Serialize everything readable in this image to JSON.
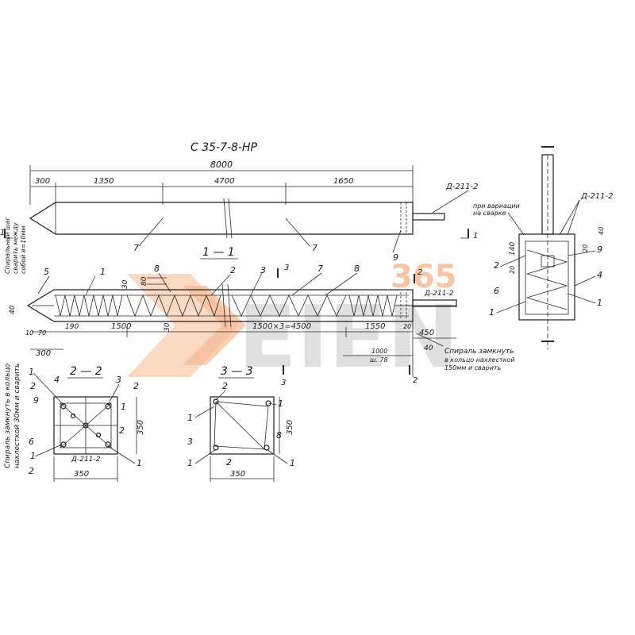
{
  "title": "С 35-7-8-НР",
  "watermark": {
    "brand": "EIEN",
    "digits": "365",
    "color": "#f0833a",
    "shadow": "#9a9a9a"
  },
  "side_view": {
    "total": "8000",
    "dims": [
      "300",
      "1350",
      "4700",
      "1650"
    ],
    "callouts": [
      "7",
      "7",
      "9",
      "1"
    ],
    "top_note": "Д-211-2",
    "rebar_note": "Д-211-2",
    "cut_marks": [
      "1",
      "1",
      "2"
    ]
  },
  "section_11": {
    "title": "1 — 1",
    "callouts": [
      "5",
      "1",
      "8",
      "2",
      "3",
      "7",
      "8"
    ],
    "small_dims": [
      "30",
      "80",
      "30",
      "20"
    ],
    "main_dims": [
      "1500",
      "1500×3=4500",
      "1550",
      "450",
      "20"
    ],
    "lower_dims": [
      "190",
      "300",
      "70",
      "10"
    ],
    "left_dim": "40",
    "cut_marks": [
      "3",
      "3",
      "2",
      "2",
      "1"
    ],
    "dd_label": "Д-211-2",
    "spiral_note_right": [
      "Спираль замкнуть",
      "в кольцо нахлесткой",
      "150мм и сварить"
    ],
    "spiral_note_left": [
      "Спираль замкнуть в кольцо",
      "нахлесткой 30мм и сварить"
    ],
    "top_spiral_note": [
      "Спиральный шаг",
      "сварить между",
      "собой в=10мм"
    ],
    "rebar_dims": [
      "1000",
      "ш. 78"
    ],
    "end_dim": "40"
  },
  "section_22": {
    "title": "2 — 2",
    "callouts": [
      "1",
      "4",
      "2",
      "3",
      "2",
      "9",
      "1",
      "6",
      "2",
      "1",
      "2",
      "1"
    ],
    "dd_label": "Д-211-2",
    "width": "350",
    "height": "350"
  },
  "section_33": {
    "title": "3 — 3",
    "callouts": [
      "2",
      "1",
      "1",
      "3",
      "8",
      "1",
      "2",
      "1"
    ],
    "width": "350",
    "height": "350"
  },
  "end_view": {
    "callouts": [
      "Д-211-2",
      "9",
      "2",
      "6",
      "4",
      "1",
      "1"
    ],
    "notes": [
      "при вариации",
      "на сварке"
    ],
    "dims": [
      "20",
      "40",
      "140",
      "20"
    ]
  }
}
